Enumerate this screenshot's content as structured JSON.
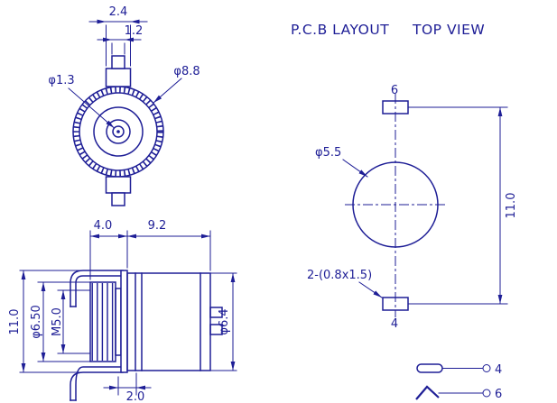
{
  "colors": {
    "line": "#1e1e96",
    "background": "#ffffff"
  },
  "front_view": {
    "dim_tab_outer_width": "2.4",
    "dim_tab_inner_width": "1.2",
    "dia_center_pin": "φ1.3",
    "dia_outer_body": "φ8.8"
  },
  "side_view": {
    "dim_nut_length": "4.0",
    "dim_body_length": "9.2",
    "dim_overall_height": "11.0",
    "dia_nut": "φ6.50",
    "thread_spec": "M5.0",
    "dia_body": "φ6.4",
    "dim_pin_offset": "2.0"
  },
  "pcb_layout": {
    "title": "P.C.B LAYOUT",
    "view_label": "TOP VIEW",
    "dia_hole": "φ5.5",
    "pad_top_label": "6",
    "pad_bottom_label": "4",
    "pad_spec": "2-(0.8x1.5)",
    "dim_pad_spacing": "11.0"
  },
  "legend": {
    "round_pin_label": "4",
    "bent_pin_label": "6"
  }
}
